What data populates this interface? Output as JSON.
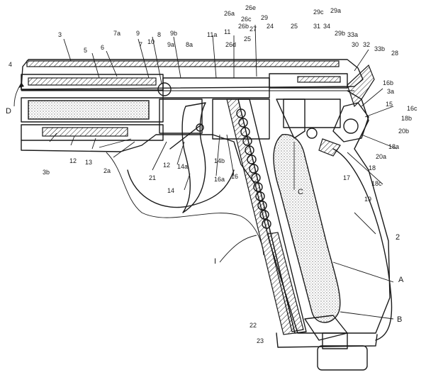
{
  "labels": {
    "l3": "3",
    "l4": "4",
    "l5": "5",
    "l6": "6",
    "l7a": "7a",
    "l9": "9",
    "l7": "7",
    "l10": "10",
    "l8": "8",
    "l9b": "9b",
    "l9a": "9a",
    "l8a": "8a",
    "l11a": "11a",
    "l11": "11",
    "l26d": "26d",
    "l26b": "26b",
    "l26a": "26a",
    "l26c": "26c",
    "l26e": "26e",
    "l27": "27",
    "l25": "25",
    "l24": "24",
    "l29": "29",
    "l25b": "25",
    "l29c": "29c",
    "l29a": "29a",
    "l31": "31",
    "l34": "34",
    "l29b": "29b",
    "l33a": "33a",
    "l30": "30",
    "l33b": "33b",
    "l32": "32",
    "l28": "28",
    "l16b": "16b",
    "l3a": "3a",
    "l15": "15",
    "l16c": "16c",
    "l18b": "18b",
    "l20b": "20b",
    "l18a": "18a",
    "l20a": "20a",
    "l18": "18",
    "l17": "17",
    "l18c": "18c",
    "l19": "19",
    "lD": "D",
    "l3b": "3b",
    "l12": "12",
    "l13": "13",
    "l2a": "2a",
    "l21": "21",
    "l12b": "12",
    "l14a": "14a",
    "l14b": "14b",
    "l16a": "16a",
    "l16": "16",
    "l14": "14",
    "lC": "C",
    "l2": "2",
    "lI": "I",
    "lA": "A",
    "lB": "B",
    "l22": "22",
    "l23": "23"
  }
}
